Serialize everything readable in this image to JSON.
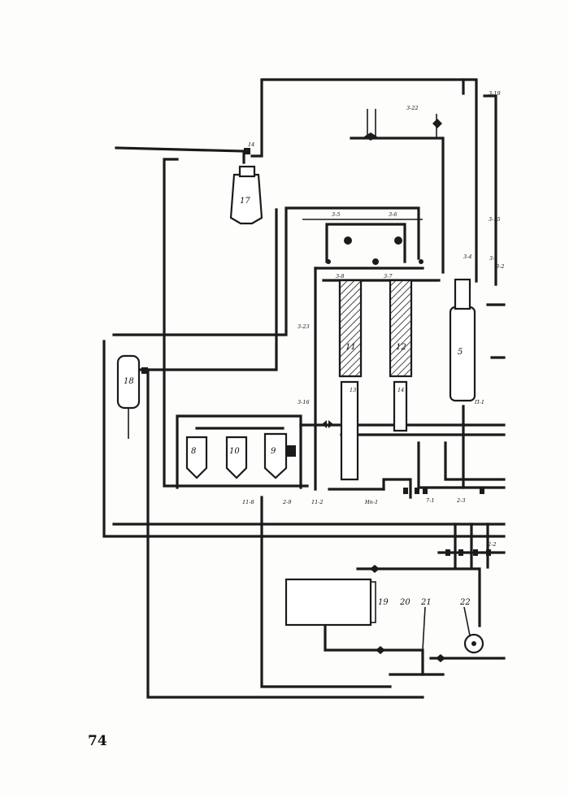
{
  "page_number": "74",
  "labels": {
    "v17": "17",
    "v18": "18",
    "v11": "11",
    "v12": "12",
    "v13": "13",
    "v14": "14",
    "v5": "5",
    "v8": "8",
    "v10": "10",
    "v9": "9",
    "v19": "19",
    "l20": "20",
    "l21": "21",
    "l22": "22",
    "l14": "14"
  },
  "valve_tags": {
    "t322": "3-22",
    "t319": "3-19",
    "t31": "3-1",
    "t315": "3-15",
    "t35": "3-5",
    "t36": "3-6",
    "t34": "3-4",
    "t32": "3-2",
    "t323": "3-23",
    "t38": "3-8",
    "t37": "3-7",
    "t316": "3-16",
    "tp1": "П-1",
    "t112": "11-2",
    "t118": "11-8",
    "t29": "2-9",
    "tnp1": "Нп-1",
    "t71": "7-1",
    "t23": "2-3",
    "t22": "2-2"
  },
  "colors": {
    "ink": "#1b1b1b",
    "paper": "#fdfdfb"
  }
}
